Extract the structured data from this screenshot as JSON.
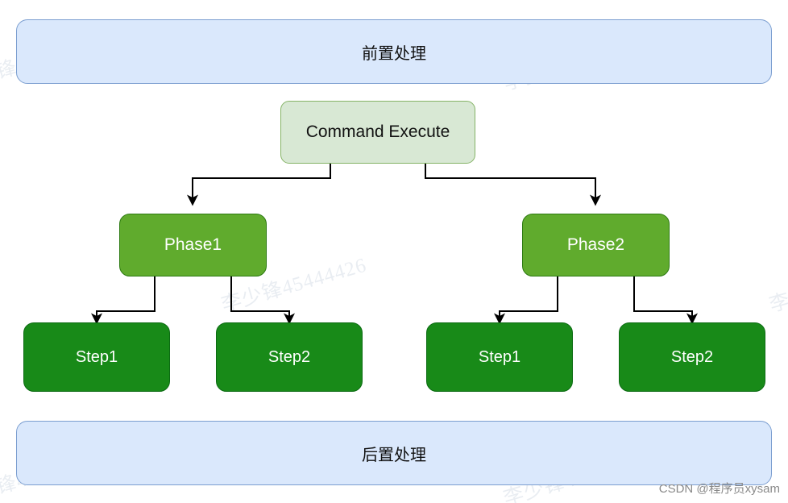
{
  "diagram": {
    "title_top": "前置处理",
    "title_bottom": "后置处理",
    "root": {
      "label": "Command Execute"
    },
    "phases": [
      {
        "label": "Phase1",
        "steps": [
          {
            "label": "Step1"
          },
          {
            "label": "Step2"
          }
        ]
      },
      {
        "label": "Phase2",
        "steps": [
          {
            "label": "Step1"
          },
          {
            "label": "Step2"
          }
        ]
      }
    ],
    "colors": {
      "banner_fill": "#dae8fc",
      "banner_stroke": "#7b9ed0",
      "command_fill": "#d8e8d4",
      "command_stroke": "#85b366",
      "phase_fill": "#60ab2d",
      "phase_stroke": "#2d7a12",
      "step_fill": "#188a18",
      "step_stroke": "#0b6b12",
      "edge_stroke": "#000000",
      "background": "#ffffff"
    }
  },
  "watermark": {
    "text": "李少锋45444426",
    "credit": "CSDN @程序员xysam"
  }
}
